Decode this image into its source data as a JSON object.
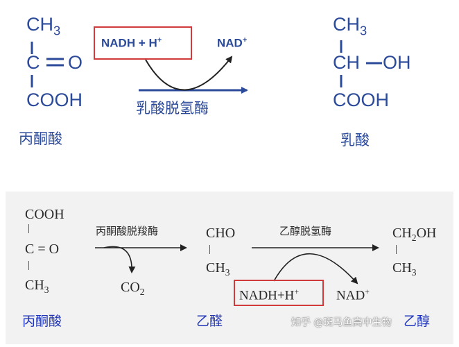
{
  "top": {
    "pyruvate": {
      "ch3": "CH",
      "ch3_sub": "3",
      "c": "C",
      "o": "O",
      "cooh": "COOH",
      "name": "丙酮酸"
    },
    "lactate": {
      "ch3": "CH",
      "ch3_sub": "3",
      "ch": "CH",
      "oh": "OH",
      "cooh": "COOH",
      "name": "乳酸"
    },
    "cofactor_in": {
      "text": "NADH + H",
      "sup": "+"
    },
    "cofactor_out": {
      "text": "NAD",
      "sup": "+"
    },
    "enzyme": "乳酸脱氢酶"
  },
  "bottom": {
    "pyruvate": {
      "cooh": "COOH",
      "bar": "|",
      "co": "C = O",
      "ch3": "CH",
      "ch3_sub": "3",
      "name": "丙酮酸"
    },
    "enzyme1": "丙酮酸脱羧酶",
    "co2": {
      "text": "CO",
      "sub": "2"
    },
    "acetaldehyde": {
      "cho": "CHO",
      "bar": "|",
      "ch3": "CH",
      "ch3_sub": "3",
      "name": "乙醛"
    },
    "enzyme2": "乙醇脱氢酶",
    "cofactor_in": {
      "text": "NADH+H",
      "sup": "+"
    },
    "cofactor_out": {
      "text": "NAD",
      "sup": "+"
    },
    "ethanol": {
      "ch2oh_a": "CH",
      "ch2oh_sub": "2",
      "ch2oh_b": "OH",
      "bar": "|",
      "ch3": "CH",
      "ch3_sub": "3",
      "name": "乙醇"
    }
  },
  "watermark": "知乎 @斑马鱼高中生物",
  "colors": {
    "top_text": "#2b4a9a",
    "bottom_name": "#1f34b8",
    "highlight_box": "#d03a3a",
    "bottom_bg": "#f2f2f2"
  }
}
